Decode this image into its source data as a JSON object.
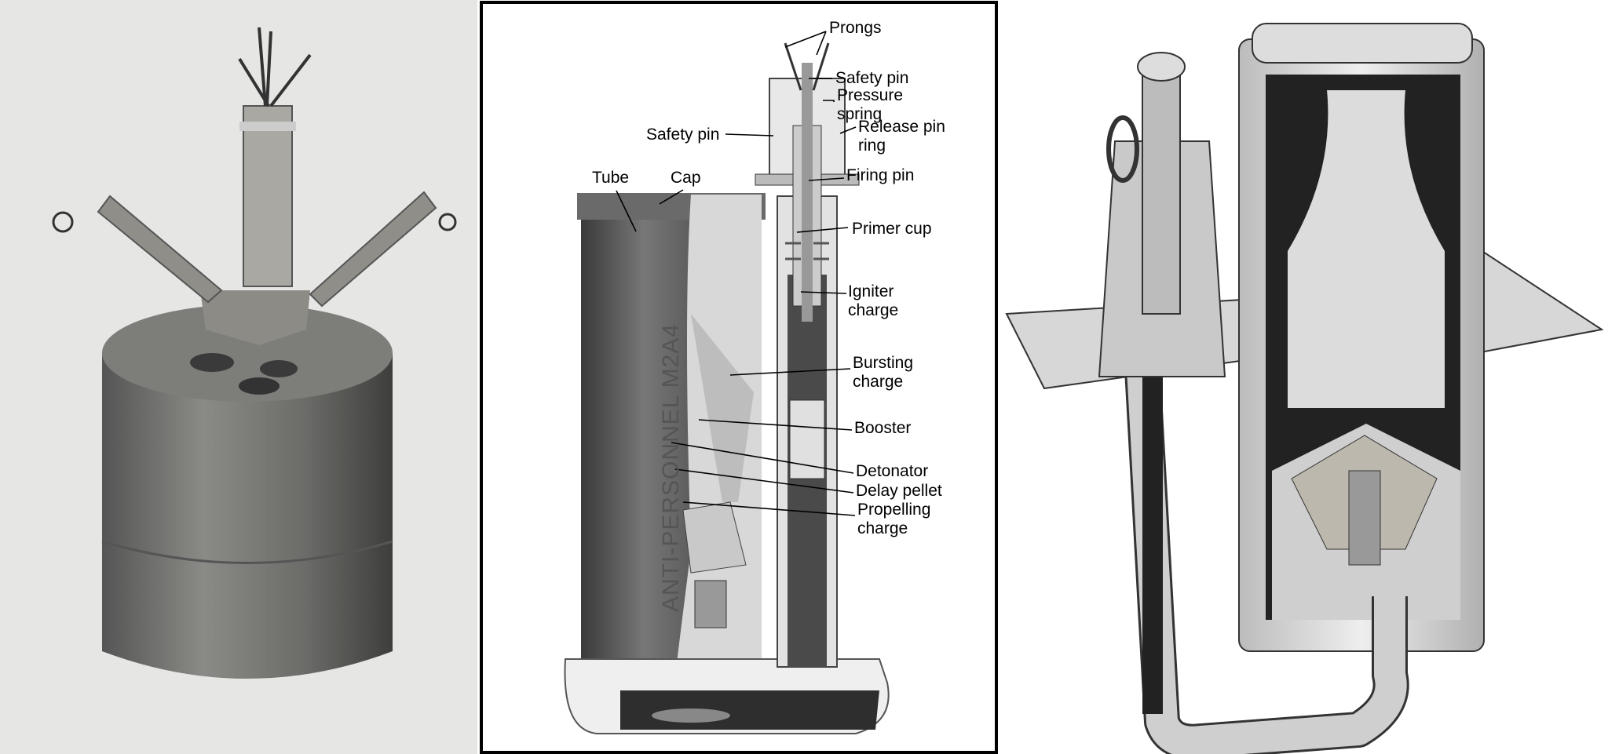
{
  "panels": {
    "photo": {
      "description_hidden": false
    },
    "diagram": {
      "stamp_text": "ANTI-PERSONNEL M2A4",
      "labels": {
        "prongs": "Prongs",
        "safety_pin_top": "Safety pin",
        "pressure_spring": [
          "Pressure",
          "spring"
        ],
        "release_pin_ring": [
          "Release pin",
          "ring"
        ],
        "safety_pin_left": "Safety pin",
        "firing_pin": "Firing pin",
        "tube": "Tube",
        "cap": "Cap",
        "primer_cup": "Primer cup",
        "igniter_charge": [
          "Igniter",
          "charge"
        ],
        "bursting_charge": [
          "Bursting",
          "charge"
        ],
        "booster": "Booster",
        "detonator": "Detonator",
        "delay_pellet": "Delay pellet",
        "propelling_charge": [
          "Propelling",
          "charge"
        ]
      }
    }
  },
  "colors": {
    "photo_bg": "#e6e6e4",
    "frame": "#000000",
    "metal_dark": "#4a4a48",
    "metal_light": "#cfcfcf"
  }
}
